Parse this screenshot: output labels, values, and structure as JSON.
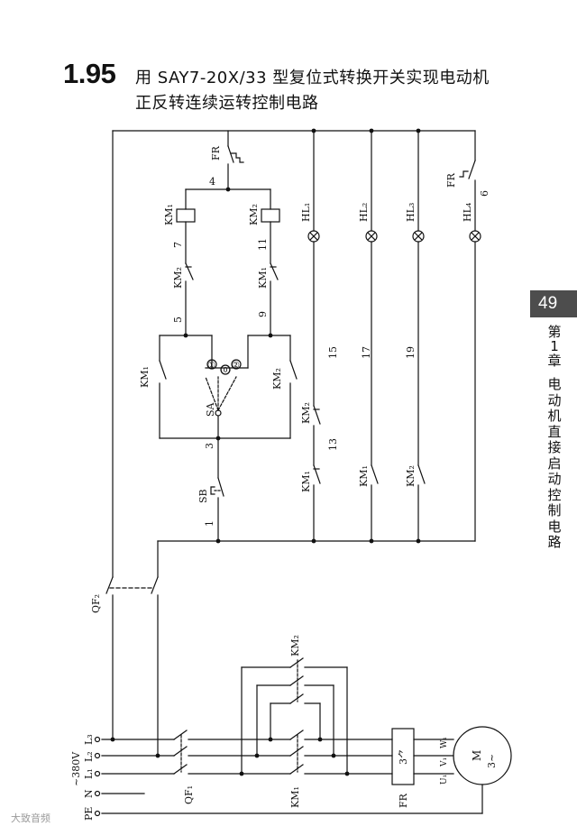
{
  "title": {
    "number": "1.95",
    "line1": "用 SAY7-20X/33 型复位式转换开关实现电动机",
    "line2": "正反转连续运转控制电路"
  },
  "side": {
    "page": "49",
    "chapter": [
      "第",
      "1",
      "章"
    ],
    "topic": [
      "电",
      "动",
      "机",
      "直",
      "接",
      "启",
      "动",
      "控",
      "制",
      "电",
      "路"
    ]
  },
  "labels": {
    "fr": "FR",
    "n4": "4",
    "km1": "KM₁",
    "km2": "KM₂",
    "n7": "7",
    "n11": "11",
    "n5": "5",
    "n9": "9",
    "sa": "SA",
    "pos1": "①",
    "pos0": "⓪",
    "pos2": "②",
    "n3": "3",
    "sb": "SB",
    "n1": "1",
    "hl1": "HL₁",
    "hl2": "HL₂",
    "hl3": "HL₃",
    "hl4": "HL₄",
    "n6": "6",
    "n15": "15",
    "n17": "17",
    "n19": "19",
    "n13": "13",
    "qf2": "QF₂",
    "qf1": "QF₁",
    "l3": "L₃",
    "l2": "L₂",
    "l1": "L₁",
    "n": "N",
    "pe": "PE",
    "v380": "~380V",
    "m": "M",
    "m3": "3~",
    "u1": "U₁",
    "v1": "V₁",
    "w1": "W₁",
    "fr_block": "3⺈"
  },
  "watermark": "大致音频"
}
